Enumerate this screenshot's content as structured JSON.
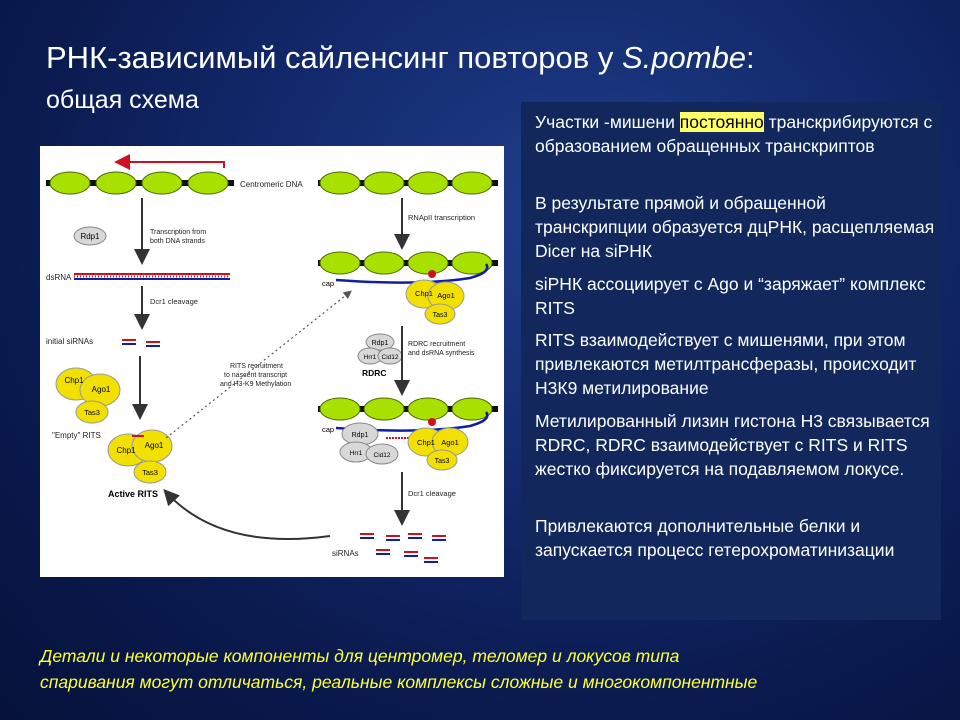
{
  "title": {
    "main": "РНК-зависимый сайленсинг повторов у ",
    "species": "S.pombe",
    "colon": ":"
  },
  "subtitle": "общая схема",
  "diagram": {
    "centromeric_dna": "Centromeric DNA",
    "rdp1": "Rdp1",
    "transcription_line1": "Transcription from",
    "transcription_line2": "both DNA strands",
    "dsrna": "dsRNA",
    "dcr1_cleavage": "Dcr1 cleavage",
    "initial_sirnas": "initial siRNAs",
    "chp1": "Chp1",
    "ago1": "Ago1",
    "tas3": "Tas3",
    "empty_rits": "\"Empty\" RITS",
    "active_rits": "Active RITS",
    "rits_recruit_1": "RITS recruitment",
    "rits_recruit_2": "to nascent transcript",
    "rits_recruit_3": "and H3-K9 Methylation",
    "rnapii": "RNApII transcription",
    "cap": "cap",
    "hrr1": "Hrr1",
    "cid12": "Cid12",
    "rdrc": "RDRC",
    "rdrc_recruit_1": "RDRC recruitment",
    "rdrc_recruit_2": "and dsRNA synthesis",
    "dcr1_cleavage_2": "Dcr1 cleavage",
    "sirnas": "siRNAs"
  },
  "bullets": [
    {
      "before": "Участки -мишени ",
      "highlight": "постоянно",
      "after": " транскрибируются с образованием обращенных транскриптов"
    },
    {
      "text": "В результате прямой и обращенной транскрипции образуется дцРНК, расщепляемая Dicer на siРНК"
    },
    {
      "text": "siРНК ассоциирует с Ago и “заряжает” комплекс RITS"
    },
    {
      "text": "RITS взаимодействует с мишенями, при этом привлекаются метилтрансферазы, происходит Н3К9 метилирование"
    },
    {
      "text": "Метилированный лизин гистона Н3 связывается RDRC, RDRC взаимодействует с RITS и RITS жестко фиксируется на подавляемом локусе."
    },
    {
      "text": "Привлекаются дополнительные белки и запускается процесс гетерохроматинизации"
    }
  ],
  "footer": {
    "line1": "Детали и некоторые компоненты для центромер, теломер и локусов типа",
    "line2": "спаривания могут отличаться, реальные комплексы сложные и многокомпонентные"
  },
  "colors": {
    "nucleosome": "#a8e000",
    "protein": "#f2e000",
    "rna_red": "#d01020",
    "rna_blue": "#1020a0",
    "highlight": "#ffff66",
    "footer_text": "#ffff33"
  }
}
